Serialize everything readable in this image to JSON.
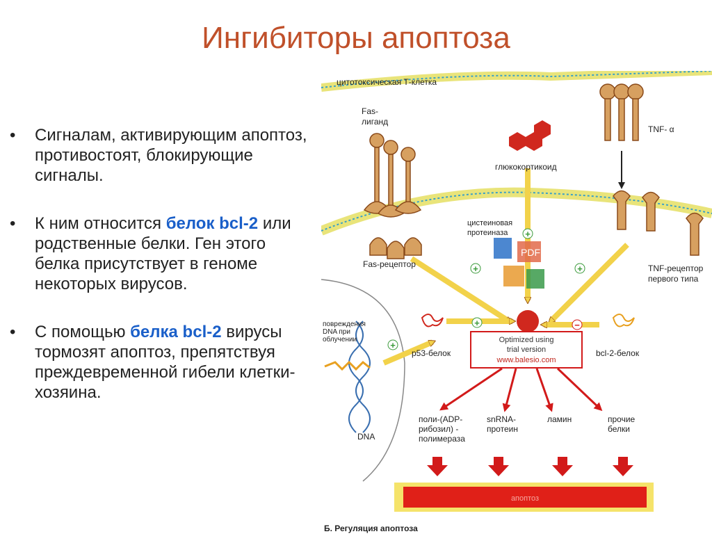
{
  "title": "Ингибиторы апоптоза",
  "bullets": [
    {
      "text": "Сигналам, активирующим апоптоз, противостоят, блокирующие сигналы."
    },
    {
      "pre": "К ним относится ",
      "highlight": "белок bcl-2",
      "post": " или родственные белки. Ген этого белка присутствует в геноме некоторых вирусов."
    },
    {
      "pre": "С помощью ",
      "highlight": "белка bcl-2",
      "post": " вирусы тормозят апоптоз, препятствуя преждевременной гибели клетки-хозяина."
    }
  ],
  "bullet_symbol": "•",
  "figure": {
    "labels": {
      "t_cell": "цитотоксическая Т-клетка",
      "fas_ligand_1": "Fas-",
      "fas_ligand_2": "лиганд",
      "glucocorticoid": "глюкокортикоид",
      "tnf": "TNF- α",
      "cysteine_1": "цистеиновая",
      "cysteine_2": "протеиназа",
      "fas_receptor": "Fas-рецептор",
      "tnf_receptor_1": "TNF-рецептор",
      "tnf_receptor_2": "первого типа",
      "dna_damage_1": "повреждения",
      "dna_damage_2": "DNA при",
      "dna_damage_3": "облучении",
      "p53": "p53-белок",
      "bcl2": "bcl-2-белок",
      "dna": "DNA",
      "parp_1": "поли-(ADP-",
      "parp_2": "рибозил) -",
      "parp_3": "полимераза",
      "snrna_1": "snRNA-",
      "snrna_2": "протеин",
      "lamin": "ламин",
      "other_1": "прочие",
      "other_2": "белки",
      "apoptosis": "апоптоз",
      "caption": "Б. Регуляция апоптоза"
    },
    "watermark": {
      "line1": "Optimized using",
      "line2": "trial version",
      "line3": "www.balesio.com",
      "pdf": "PDF"
    },
    "signs": {
      "plus": "+",
      "minus": "−"
    }
  }
}
